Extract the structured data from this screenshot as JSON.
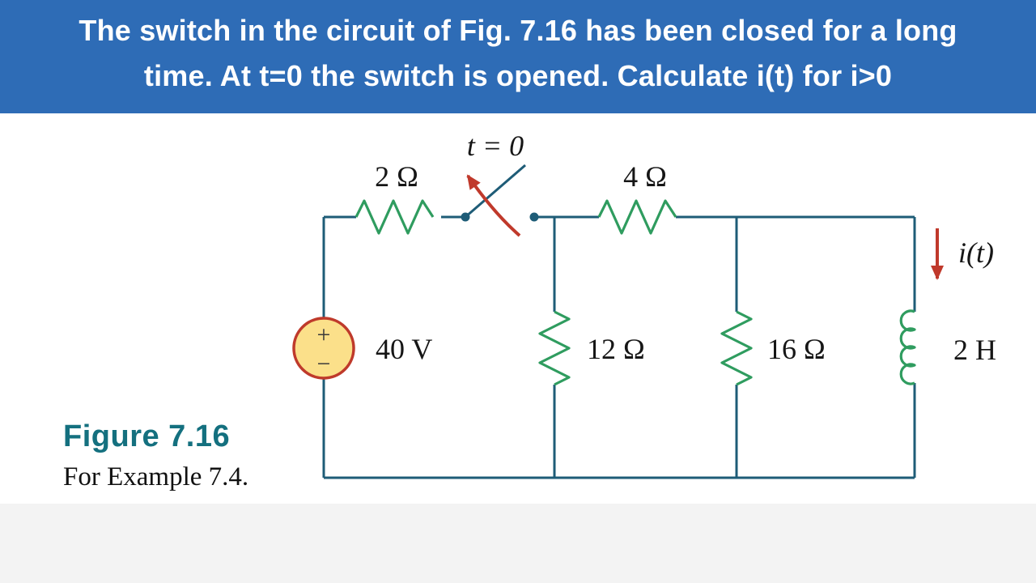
{
  "header": {
    "line1": "The switch in the circuit of Fig. 7.16 has been closed for a long",
    "line2": "time. At t=0 the switch is opened. Calculate i(t) for i>0",
    "bg_color": "#2e6cb6",
    "text_color": "#ffffff"
  },
  "circuit": {
    "labels": {
      "switch_time": "t = 0",
      "resistor_top_left": "2 Ω",
      "resistor_top_right": "4 Ω",
      "source_voltage": "40 V",
      "resistor_mid": "12 Ω",
      "resistor_right": "16 Ω",
      "inductor": "2 H",
      "current": "i(t)",
      "source_plus": "+",
      "source_minus": "−"
    },
    "colors": {
      "wire": "#1e5c77",
      "component": "#2f9c5f",
      "source_fill": "#fbe08a",
      "source_stroke": "#bf3a2b",
      "arrow": "#c0392b"
    }
  },
  "figure": {
    "title": "Figure 7.16",
    "caption": "For Example 7.4.",
    "title_color": "#14707f"
  }
}
